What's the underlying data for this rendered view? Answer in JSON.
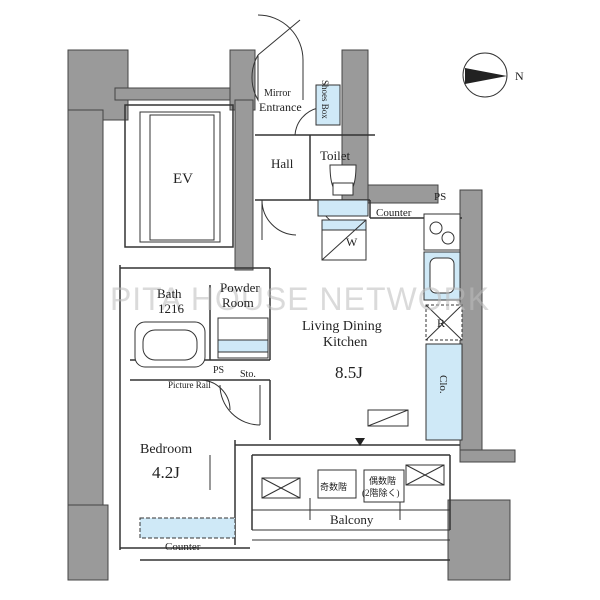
{
  "plan": {
    "accent_fixture_color": "#cfe9f7",
    "wall_color": "#9a9a9a",
    "compass_letter": "N",
    "labels": {
      "mirror": "Mirror",
      "entrance": "Entrance",
      "shoes_box": "Shoes Box",
      "ev": "EV",
      "hall": "Hall",
      "toilet": "Toilet",
      "ps_top": "PS",
      "counter_kitchen": "Counter",
      "w": "W",
      "bath": "Bath",
      "bath_size": "1216",
      "powder_room_1": "Powder",
      "powder_room_2": "Room",
      "living_1": "Living Dining",
      "living_2": "Kitchen",
      "living_size": "8.5J",
      "r": "R",
      "clo": "Clo.",
      "ps_bottom": "PS",
      "sto": "Sto.",
      "picture_rail": "Picture Rail",
      "bedroom": "Bedroom",
      "bedroom_size": "4.2J",
      "odd_floors": "奇数階",
      "even_floors_1": "偶数階",
      "even_floors_2": "(2階除く)",
      "balcony": "Balcony",
      "counter_bedroom": "Counter"
    },
    "watermark": "PITA HOUSE NETWORK"
  }
}
